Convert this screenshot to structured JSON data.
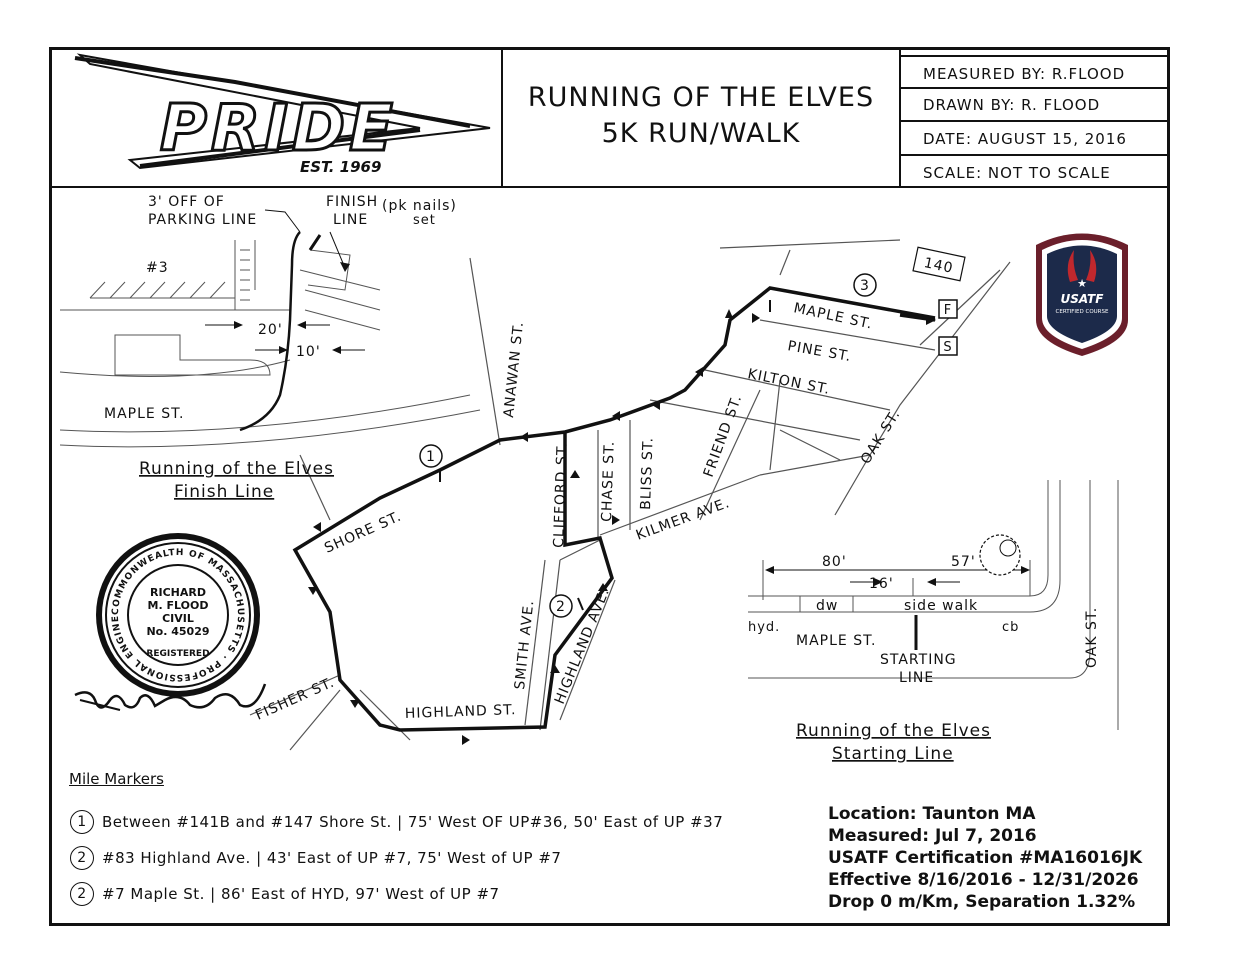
{
  "title": {
    "line1": "RUNNING OF THE ELVES",
    "line2": "5K RUN/WALK"
  },
  "logo": {
    "brand": "PRIDE",
    "est": "EST. 1969"
  },
  "info": {
    "measured_by": "MEASURED BY:  R.FLOOD",
    "drawn_by": "DRAWN BY:  R. FLOOD",
    "date": "DATE:  AUGUST 15, 2016",
    "scale": "SCALE:  NOT TO SCALE"
  },
  "badge": {
    "org": "USATF",
    "sub": "CERTIFIED COURSE",
    "colors": {
      "border": "#6b1f2b",
      "fill": "#1c2a4a",
      "wing": "#c0282d"
    }
  },
  "seal": {
    "ring_text": "COMMONWEALTH OF MASSACHUSETTS · PROFESSIONAL ENGINEER",
    "line1": "RICHARD",
    "line2": "M. FLOOD",
    "line3": "CIVIL",
    "line4": "No. 45029",
    "line5": "REGISTERED"
  },
  "streets": {
    "maple": "MAPLE ST.",
    "pine": "PINE ST.",
    "kilton": "KILTON ST.",
    "oak": "OAK ST.",
    "friend": "FRIEND ST.",
    "anawan": "ANAWAN ST.",
    "clifford": "CLIFFORD ST.",
    "chase": "CHASE ST.",
    "bliss": "BLISS ST.",
    "kilmer": "KILMER AVE.",
    "shore": "SHORE ST.",
    "smith": "SMITH AVE.",
    "highland_ave": "HIGHLAND AVE.",
    "highland_st": "HIGHLAND ST.",
    "fisher": "FISHER ST."
  },
  "markers": {
    "m1": "1",
    "m2": "2",
    "m3": "3",
    "finish": "F",
    "start": "S",
    "house": "140"
  },
  "finish_detail": {
    "parking_l1": "3' OFF OF",
    "parking_l2": "PARKING LINE",
    "finish_l1": "FINISH",
    "finish_l2": "LINE",
    "pk_l1": "(pk nails)",
    "pk_l2": "set",
    "lot": "#3",
    "d20": "20'",
    "d10": "10'",
    "street": "MAPLE ST.",
    "caption_l1": "Running of the Elves",
    "caption_l2": "Finish Line"
  },
  "start_detail": {
    "d80": "80'",
    "d57": "57'",
    "d16": "16'",
    "dw": "dw",
    "sidewalk": "side walk",
    "hyd": "hyd.",
    "cb": "cb",
    "street": "MAPLE ST.",
    "oak": "OAK ST.",
    "start_l1": "STARTING",
    "start_l2": "LINE",
    "caption_l1": "Running of the Elves",
    "caption_l2": "Starting Line"
  },
  "mile_markers": {
    "title": "Mile Markers",
    "items": [
      {
        "num": "1",
        "text": "Between #141B and #147 Shore St. | 75' West OF UP#36, 50' East of UP #37"
      },
      {
        "num": "2",
        "text": "#83 Highland Ave. | 43' East of UP #7, 75' West of UP #7"
      },
      {
        "num": "2",
        "text": "#7 Maple St. | 86' East of HYD, 97' West of UP #7"
      }
    ]
  },
  "location": {
    "l1": "Location: Taunton MA",
    "l2": "Measured: Jul 7, 2016",
    "l3": "USATF Certification #MA16016JK",
    "l4": "Effective 8/16/2016 - 12/31/2026",
    "l5": "Drop 0 m/Km, Separation 1.32%"
  }
}
